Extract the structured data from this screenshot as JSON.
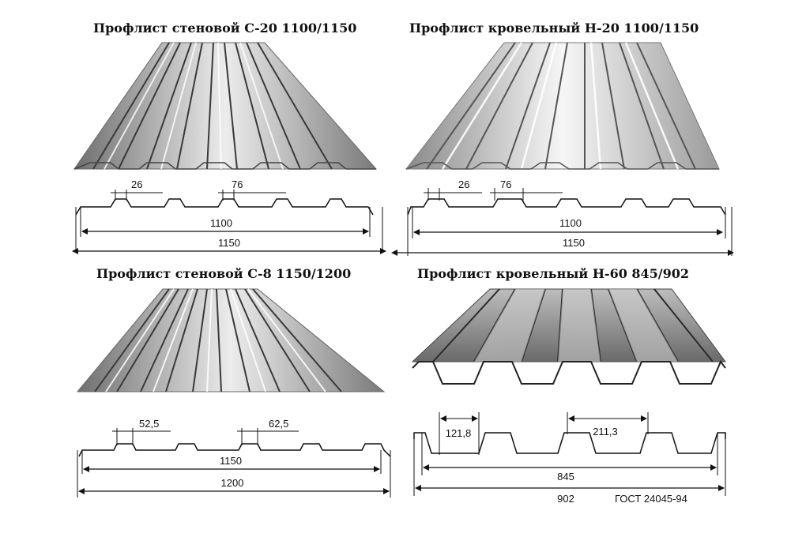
{
  "panels": [
    {
      "title": "Профлист стеновой С-20 1100/1150",
      "dims": {
        "rib_top": "26",
        "rib_bottom": "76",
        "useful_width": "1100",
        "total_width": "1150"
      }
    },
    {
      "title": "Профлист кровельный Н-20 1100/1150",
      "dims": {
        "rib_top": "26",
        "rib_bottom": "76",
        "useful_width": "1100",
        "total_width": "1150"
      }
    },
    {
      "title": "Профлист стеновой С-8 1150/1200",
      "dims": {
        "rib_top": "52,5",
        "rib_bottom": "62,5",
        "useful_width": "1150",
        "total_width": "1200"
      }
    },
    {
      "title": "Профлист кровельный Н-60 845/902",
      "dims": {
        "rib_top": "121,8",
        "rib_bottom": "211,3",
        "useful_width": "845",
        "total_width": "902"
      }
    }
  ],
  "standard": "ГОСТ 24045-94",
  "colors": {
    "metal_light": "#f2f2f2",
    "metal_mid": "#a9a9a9",
    "metal_dark": "#5a5a5a",
    "line": "#111111"
  }
}
